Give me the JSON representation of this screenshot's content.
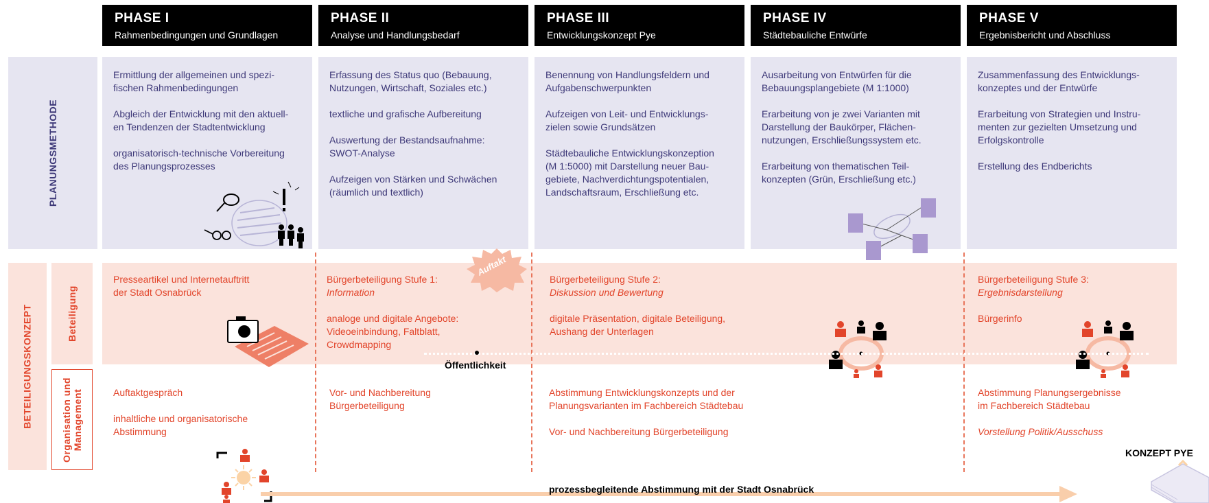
{
  "phases": [
    {
      "number": "PHASE I",
      "title": "Rahmenbedingungen und Grundlagen"
    },
    {
      "number": "PHASE II",
      "title": "Analyse und Handlungsbedarf"
    },
    {
      "number": "PHASE III",
      "title": "Entwicklungskonzept Pye"
    },
    {
      "number": "PHASE IV",
      "title": "Städtebauliche Entwürfe"
    },
    {
      "number": "PHASE V",
      "title": "Ergebnisbericht und Abschluss"
    }
  ],
  "labels": {
    "planungsmethode": "PLANUNGSMETHODE",
    "beteiligungskonzept": "BETEILIGUNGSKONZEPT",
    "beteiligung": "Beteiligung",
    "organisation_line1": "Organisation und",
    "organisation_line2": "Management"
  },
  "planung": [
    [
      "Ermittlung der allgemeinen und spezi-\nfischen Rahmenbedingungen",
      "Abgleich der Entwicklung mit den aktuell-\nen Tendenzen der Stadtentwicklung",
      "organisatorisch-technische Vorbereitung\ndes Planungsprozesses"
    ],
    [
      "Erfassung des Status quo (Bebauung,\nNutzungen, Wirtschaft, Soziales etc.)",
      "textliche und grafische Aufbereitung",
      "Auswertung der Bestandsaufnahme:\nSWOT-Analyse",
      "Aufzeigen von Stärken und Schwächen\n(räumlich und textlich)"
    ],
    [
      "Benennung von Handlungsfeldern und\nAufgabenschwerpunkten",
      "Aufzeigen von Leit- und Entwicklungs-\nzielen sowie Grundsätzen",
      "Städtebauliche Entwicklungskonzeption\n(M 1:5000) mit Darstellung neuer Bau-\ngebiete, Nachverdichtungspotentialen,\nLandschaftsraum, Erschließung etc."
    ],
    [
      "Ausarbeitung von Entwürfen für die\nBebauungsplangebiete (M 1:1000)",
      "Erarbeitung von je zwei Varianten mit\nDarstellung der Baukörper, Flächen-\nnutzungen, Erschließungssystem etc.",
      "Erarbeitung von thematischen Teil-\nkonzepten (Grün, Erschließung etc.)"
    ],
    [
      "Zusammenfassung des Entwicklungs-\nkonzeptes und der Entwürfe",
      "Erarbeitung von Strategien und Instru-\nmenten zur gezielten Umsetzung und\nErfolgskontrolle",
      "Erstellung des Endberichts"
    ]
  ],
  "beteiligung": {
    "col1": "Presseartikel und Internetauftritt\nder Stadt Osnabrück",
    "col2_title": "Bürgerbeteiligung Stufe 1:",
    "col2_sub": "Information",
    "col2_text": "analoge und digitale Angebote:\nVideoeinbindung, Faltblatt,\nCrowdmapping",
    "col3_title": "Bürgerbeteiligung Stufe 2:",
    "col3_sub": "Diskussion und Bewertung",
    "col3_text": "digitale Präsentation, digitale Beteiligung,\nAushang der Unterlagen",
    "col5_title": "Bürgerbeteiligung Stufe 3:",
    "col5_sub": "Ergebnisdarstellung",
    "col5_text": "Bürgerinfo",
    "auftakt": "Auftakt",
    "oeffentlichkeit": "Öffentlichkeit"
  },
  "organisation": {
    "col1": [
      "Auftaktgespräch",
      "inhaltliche und organisatorische\nAbstimmung"
    ],
    "col2": [
      "Vor- und Nachbereitung\nBürgerbeteiligung"
    ],
    "col3": [
      "Abstimmung  Entwicklungskonzepts und der\nPlanungsvarianten im Fachbereich Städtebau",
      "Vor- und Nachbereitung Bürgerbeteiligung"
    ],
    "col5": [
      "Abstimmung Planungsergebnisse\nim Fachbereich Städtebau"
    ],
    "col5_italic": "Vorstellung Politik/Ausschuss"
  },
  "footer": {
    "arrow_label": "prozessbegleitende Abstimmung mit der Stadt Osnabrück",
    "konzept": "KONZEPT PYE"
  },
  "colors": {
    "phase_header": "#000000",
    "planung_band": "#e6e5f1",
    "planung_text": "#3d3878",
    "beteiligung_band": "#fbe3dc",
    "accent_red": "#e2452b",
    "arrow": "#f9ceab"
  }
}
